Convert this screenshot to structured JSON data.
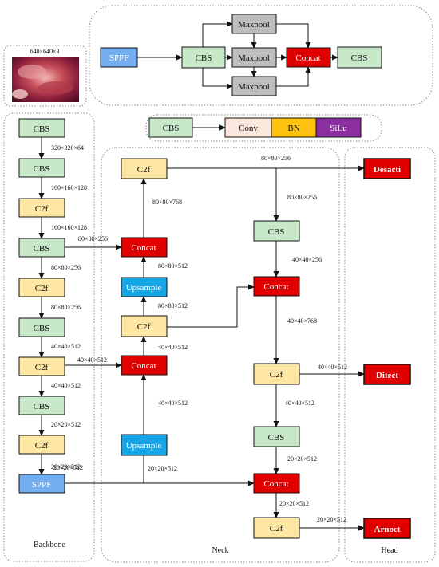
{
  "colors": {
    "cbs": "#c7e8c9",
    "c2f": "#fde7a3",
    "concat": "#e00000",
    "upsample": "#16a6e8",
    "sppf": "#73aef0",
    "maxpool": "#bdbdbd",
    "conv": "#fce8dc",
    "bn": "#ffc20e",
    "silu": "#8b2fa0",
    "head_out": "#e00000"
  },
  "input": {
    "label": "640×640×3"
  },
  "sppf_detail": {
    "sppf": "SPPF",
    "cbs_a": "CBS",
    "maxpool_1": "Maxpool",
    "maxpool_2": "Maxpool",
    "maxpool_3": "Maxpool",
    "concat": "Concat",
    "cbs_b": "CBS"
  },
  "cbs_detail": {
    "cbs": "CBS",
    "conv": "Conv",
    "bn": "BN",
    "silu": "SiLu"
  },
  "sections": {
    "backbone": "Backbone",
    "neck": "Neck",
    "head": "Head"
  },
  "backbone": {
    "blocks": [
      "CBS",
      "CBS",
      "C2f",
      "CBS",
      "C2f",
      "CBS",
      "C2f",
      "CBS",
      "C2f",
      "SPPF"
    ],
    "dims": [
      "320×320×64",
      "160×160×128",
      "160×160×128",
      "80×80×256",
      "80×80×256",
      "40×40×512",
      "40×40×512",
      "20×20×512",
      "20×20×512"
    ]
  },
  "neck": {
    "left": {
      "c2f_top": "C2f",
      "concat_top": "Concat",
      "upsample_top": "Upsample",
      "c2f_mid": "C2f",
      "concat_mid": "Concat",
      "upsample_bottom": "Upsample"
    },
    "right": {
      "cbs_top": "CBS",
      "concat_top": "Concat",
      "c2f_mid": "C2f",
      "cbs_bottom": "CBS",
      "concat_bottom": "Concat",
      "c2f_bottom": "C2f"
    },
    "dims": {
      "backbone_to_concat_top": "80×80×256",
      "c2f_top_in": "80×80×768",
      "concat_top_in": "80×80×512",
      "upsample_top_in": "80×80×512",
      "c2f_mid_in": "40×40×512",
      "backbone_to_concat_mid": "40×40×512",
      "upsample_bottom_in": "40×40×512",
      "sppf_out": "20×20×512",
      "sppf_branch": "20×20×512",
      "top_to_head": "80×80×256",
      "down_to_cbs": "80×80×256",
      "cbs_top_out": "40×40×256",
      "concat_top_out": "40×40×768",
      "c2f_mid_out": "40×40×512",
      "c2f_mid_to_head": "40×40×512",
      "cbs_bottom_out": "20×20×512",
      "concat_bottom_out": "20×20×512",
      "c2f_bottom_to_head": "20×20×512"
    }
  },
  "head": {
    "out_1": "Desacti",
    "out_2": "Ditect",
    "out_3": "Arnoct"
  }
}
